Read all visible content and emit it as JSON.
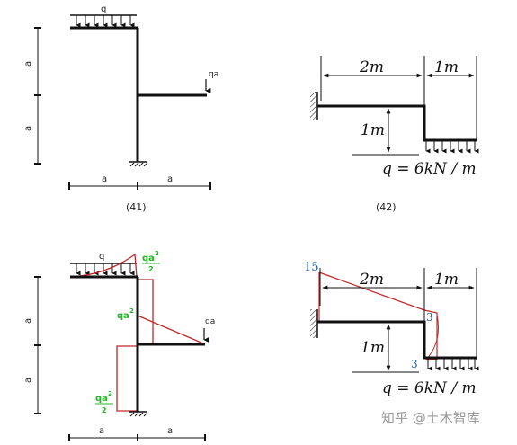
{
  "colors": {
    "structure": "#111111",
    "moment_diagram": "#c0282b",
    "moment_label": "#22b722",
    "value_label": "#1f5fa0",
    "watermark": "#9a9a9a"
  },
  "fig41": {
    "caption": "(41)",
    "load_label": "q",
    "point_load_label": "qa",
    "dim_vertical": [
      "a",
      "a"
    ],
    "dim_horizontal": [
      "a",
      "a"
    ]
  },
  "fig42": {
    "caption": "(42)",
    "dim_top": [
      "2m",
      "1m"
    ],
    "dim_height": "1m",
    "load_label": "q = 6kN / m"
  },
  "fig41_moment": {
    "load_label": "q",
    "point_load_label": "qa",
    "dim_vertical": [
      "a",
      "a"
    ],
    "dim_horizontal": [
      "a",
      "a"
    ],
    "m_top_num": "qa",
    "m_top_sup": "2",
    "m_top_den": "2",
    "m_mid_num": "qa",
    "m_mid_sup": "2",
    "m_bot_num": "qa",
    "m_bot_sup": "2",
    "m_bot_den": "2"
  },
  "fig42_moment": {
    "dim_top": [
      "2m",
      "1m"
    ],
    "dim_height": "1m",
    "load_label": "q = 6kN / m",
    "value_fixed": "15",
    "value_corner_top": "3",
    "value_corner_bottom": "3"
  },
  "watermark": {
    "text": "知乎 @土木智库"
  }
}
